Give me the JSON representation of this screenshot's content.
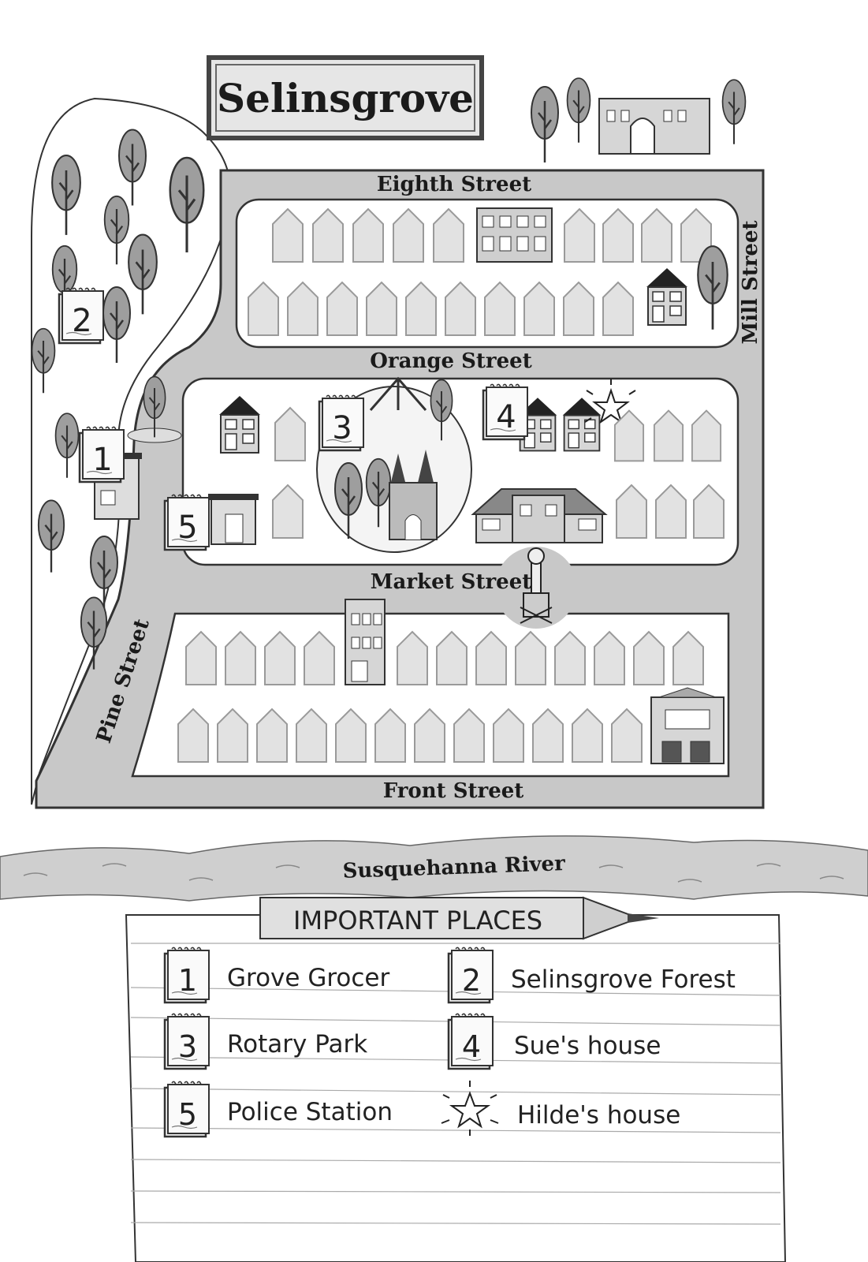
{
  "map": {
    "title": "Selinsgrove",
    "streets": {
      "eighth": "Eighth Street",
      "orange": "Orange Street",
      "market": "Market Street",
      "front": "Front Street",
      "mill": "Mill Street",
      "pine": "Pine Street"
    },
    "river": "Susquehanna River",
    "markers": [
      "1",
      "2",
      "3",
      "4",
      "5"
    ]
  },
  "legend": {
    "title": "IMPORTANT PLACES",
    "items": [
      {
        "marker": "1",
        "label": "Grove Grocer"
      },
      {
        "marker": "2",
        "label": "Selinsgrove Forest"
      },
      {
        "marker": "3",
        "label": "Rotary Park"
      },
      {
        "marker": "4",
        "label": "Sue's house"
      },
      {
        "marker": "5",
        "label": "Police Station"
      },
      {
        "marker": "star-icon",
        "label": "Hilde's house"
      }
    ]
  },
  "colors": {
    "road": "#c8c8c8",
    "block": "#ffffff",
    "house_fill": "#e2e2e2",
    "house_stroke": "#9a9a9a",
    "outline": "#2a2a2a"
  }
}
